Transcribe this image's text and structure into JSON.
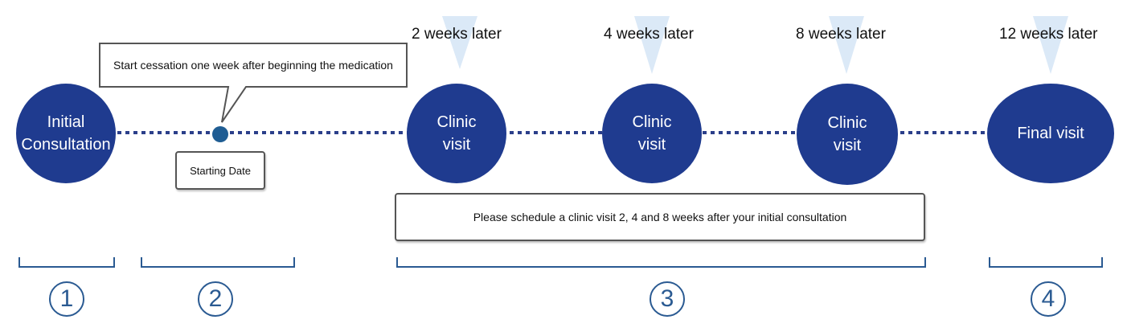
{
  "nodes": [
    {
      "id": "initial",
      "label": "Initial\nConsultation"
    },
    {
      "id": "clinic1",
      "label": "Clinic\nvisit"
    },
    {
      "id": "clinic2",
      "label": "Clinic\nvisit"
    },
    {
      "id": "clinic3",
      "label": "Clinic\nvisit"
    },
    {
      "id": "final",
      "label": "Final visit"
    }
  ],
  "week_labels": [
    "2 weeks later",
    "4 weeks later",
    "8 weeks later",
    "12 weeks later"
  ],
  "callout_text": "Start cessation one week after beginning the medication",
  "starting_date_label": "Starting Date",
  "schedule_note": "Please schedule a clinic visit 2, 4 and 8 weeks after your initial consultation",
  "steps": [
    "1",
    "2",
    "3",
    "4"
  ],
  "colors": {
    "node_fill": "#1f3b8f",
    "timeline_dots": "#2b3f8a",
    "start_dot": "#1f5d93",
    "arrow_fill": "#dbe9f7",
    "bracket": "#2a5a92",
    "step_number": "#2a5a92"
  }
}
